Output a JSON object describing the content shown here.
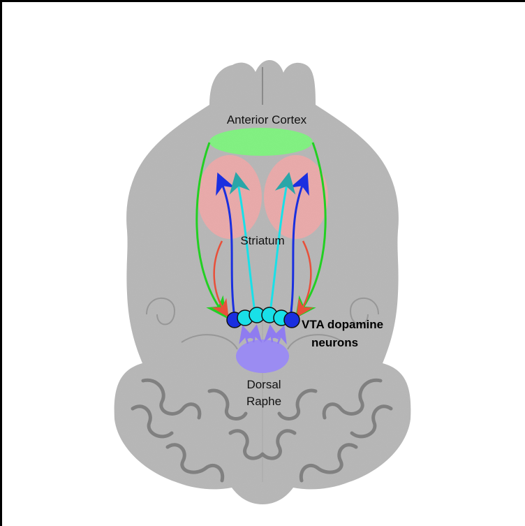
{
  "labels": {
    "anterior_cortex": "Anterior Cortex",
    "striatum": "Striatum",
    "vta_line1": "VTA dopamine",
    "vta_line2": "neurons",
    "raphe_line1": "Dorsal",
    "raphe_line2": "Raphe"
  },
  "colors": {
    "cortex": "#7ef27e",
    "striatum": "#f4a6a6",
    "raphe": "#9b8cf2",
    "cortex_projection": "#22d022",
    "striatum_projection": "#e8503a",
    "dopamine_dark": "#1a2fe0",
    "dopamine_light": "#19e0e8",
    "raphe_projection": "#8f7cf0",
    "brain_fill": "#b4b4b4"
  },
  "icons": {
    "brain": "mouse-brain-outline-icon"
  }
}
